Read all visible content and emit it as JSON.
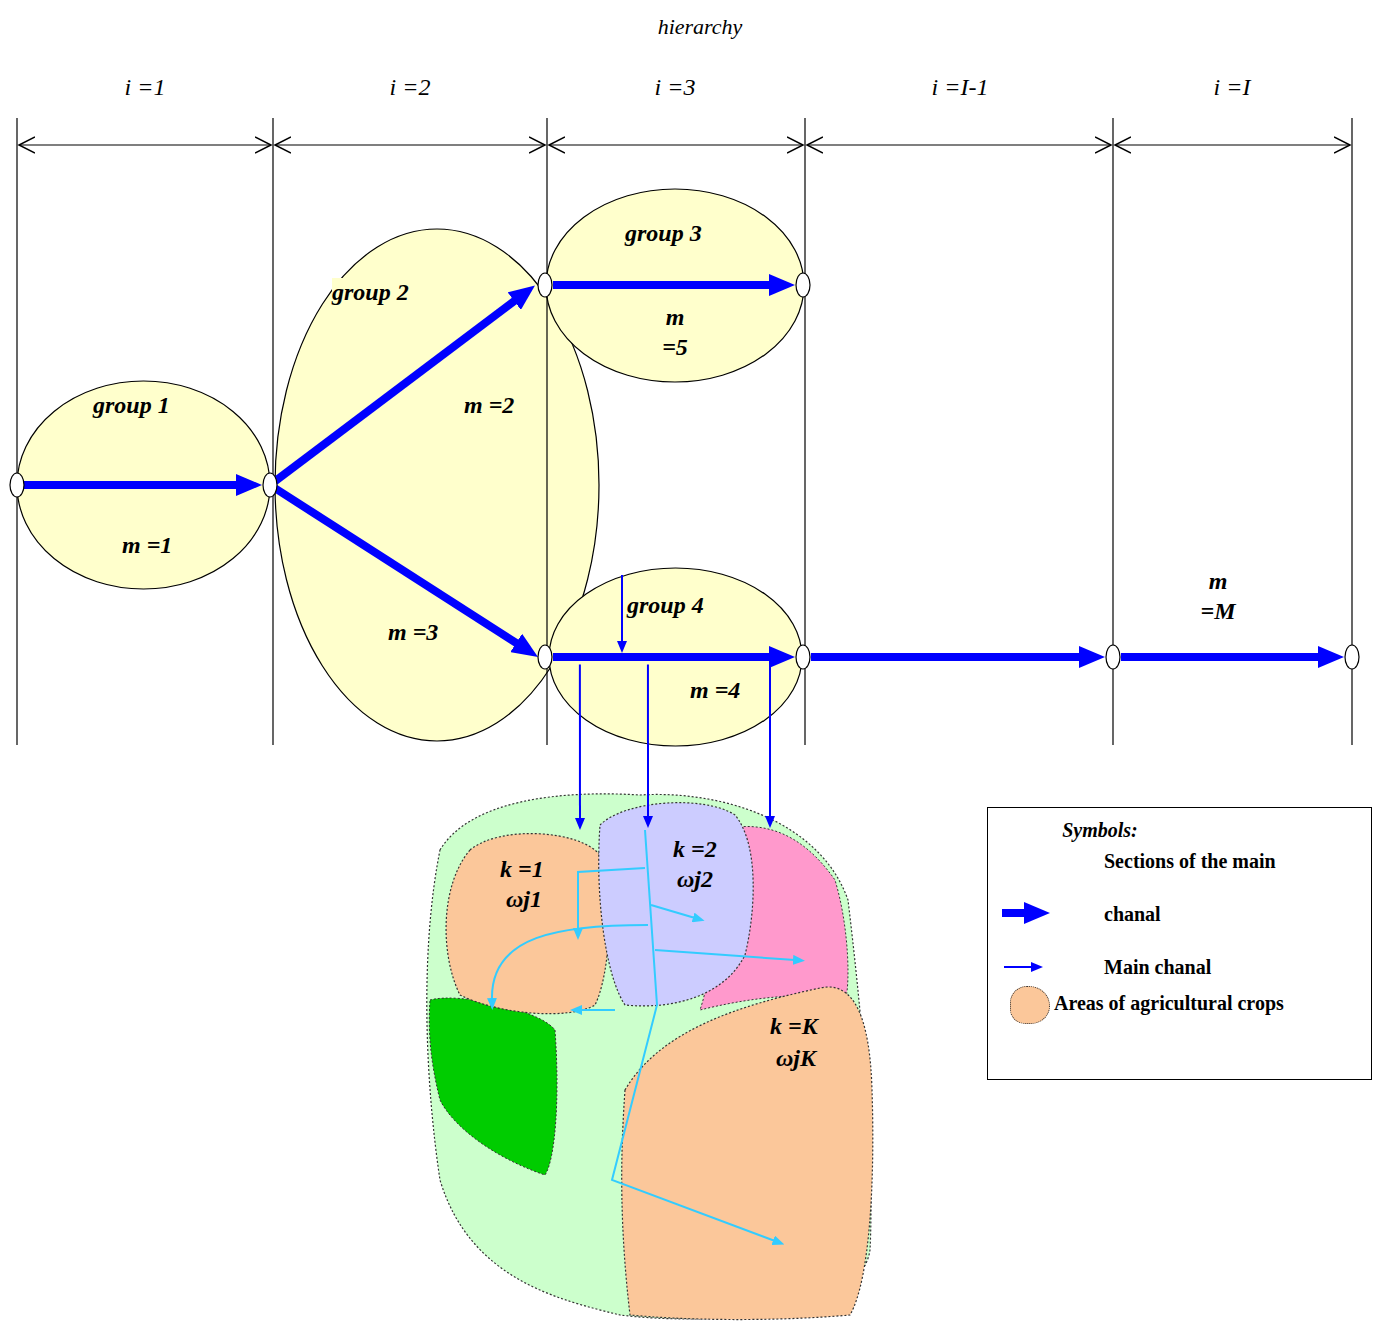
{
  "diagram": {
    "title": "hierarchy",
    "nodes": [
      {
        "text": [
          "group 1",
          "m =1"
        ]
      },
      {
        "text": [
          "group 2",
          "m =2",
          "m =3"
        ]
      },
      {
        "text": [
          "group 3",
          "m =5"
        ]
      },
      {
        "text": [
          "group 4",
          "m =4"
        ]
      },
      {
        "text": [
          "k =1",
          "ωj1"
        ]
      },
      {
        "text": [
          "k =2",
          "ωj2"
        ]
      },
      {
        "text": [
          "k =K",
          "ωjK"
        ]
      }
    ],
    "edges": [
      {
        "from": 0,
        "to": 1,
        "arrow": "to"
      },
      {
        "from": 1,
        "to": 2,
        "arrow": "to"
      },
      {
        "from": 1,
        "to": 3,
        "arrow": "to"
      },
      {
        "from": 3,
        "to": 4,
        "arrow": "to"
      },
      {
        "from": 3,
        "to": 5,
        "arrow": "to"
      }
    ],
    "labels": [
      "i =1",
      "i =2",
      "i =3",
      "i =I-1",
      "i =I",
      "m =M",
      "Symbols:"
    ],
    "legend": [
      {
        "text": "Sections of the main chanal"
      },
      {
        "text": "Main chanal"
      },
      {
        "text": "Areas of agricultural crops",
        "color": "#fbc79a"
      }
    ]
  }
}
